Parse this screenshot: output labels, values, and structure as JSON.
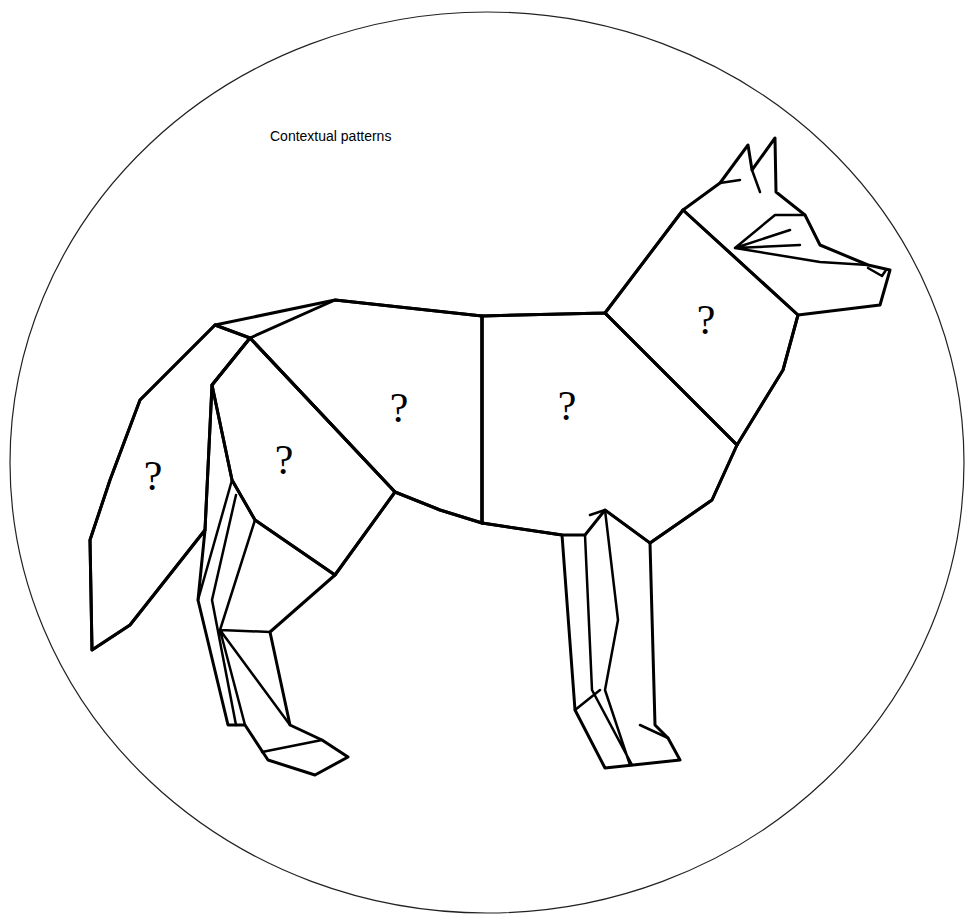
{
  "diagram": {
    "nodes": [
      {
        "text": [
          "Contextual patterns"
        ]
      },
      {
        "text": [
          "?"
        ],
        "in": 0
      },
      {
        "text": [
          "?"
        ],
        "in": 0
      },
      {
        "text": [
          "?"
        ],
        "in": 0
      },
      {
        "text": [
          "?"
        ],
        "in": 0
      },
      {
        "text": [
          "?"
        ],
        "in": 0
      }
    ]
  }
}
